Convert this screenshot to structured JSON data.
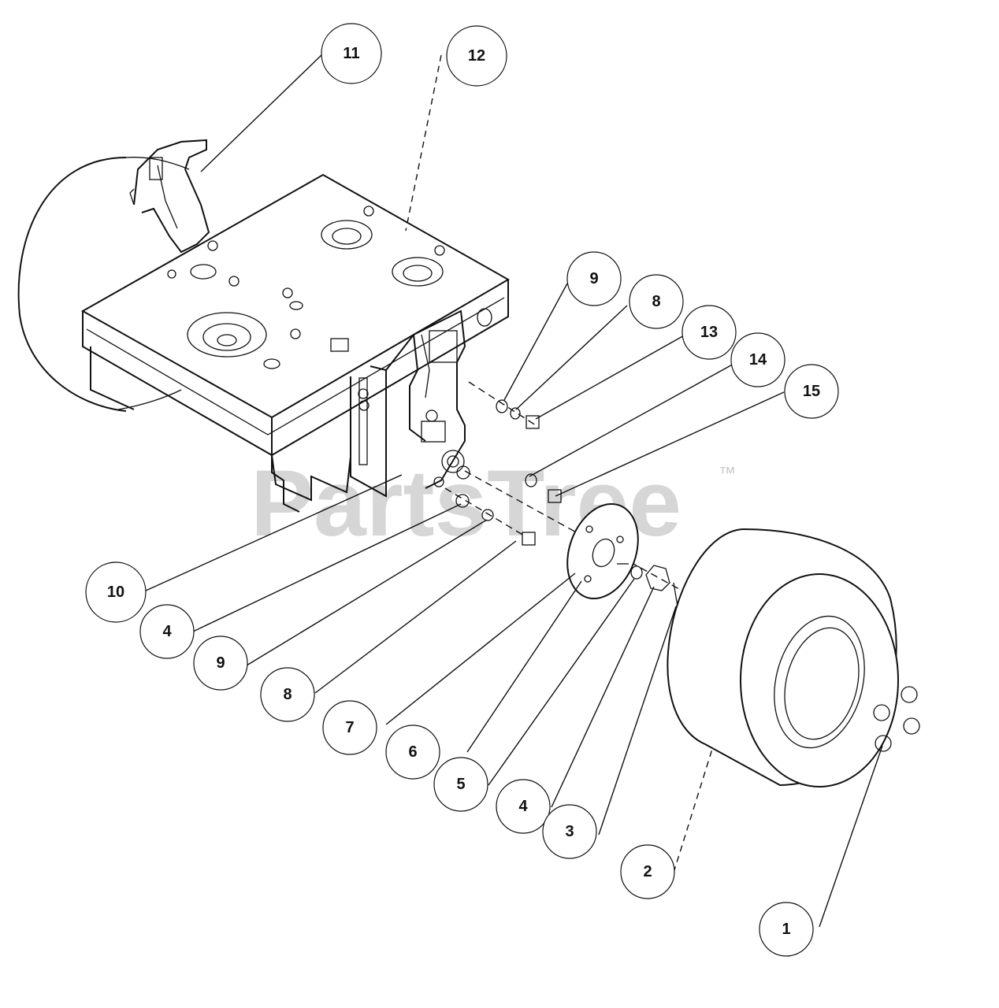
{
  "watermark": {
    "text": "PartsTree",
    "trademark": "™"
  },
  "callouts": {
    "c11": "11",
    "c12": "12",
    "c9a": "9",
    "c8a": "8",
    "c13": "13",
    "c14": "14",
    "c15": "15",
    "c10": "10",
    "c4a": "4",
    "c9b": "9",
    "c8b": "8",
    "c7": "7",
    "c6": "6",
    "c5": "5",
    "c4b": "4",
    "c3": "3",
    "c2": "2",
    "c1": "1"
  }
}
